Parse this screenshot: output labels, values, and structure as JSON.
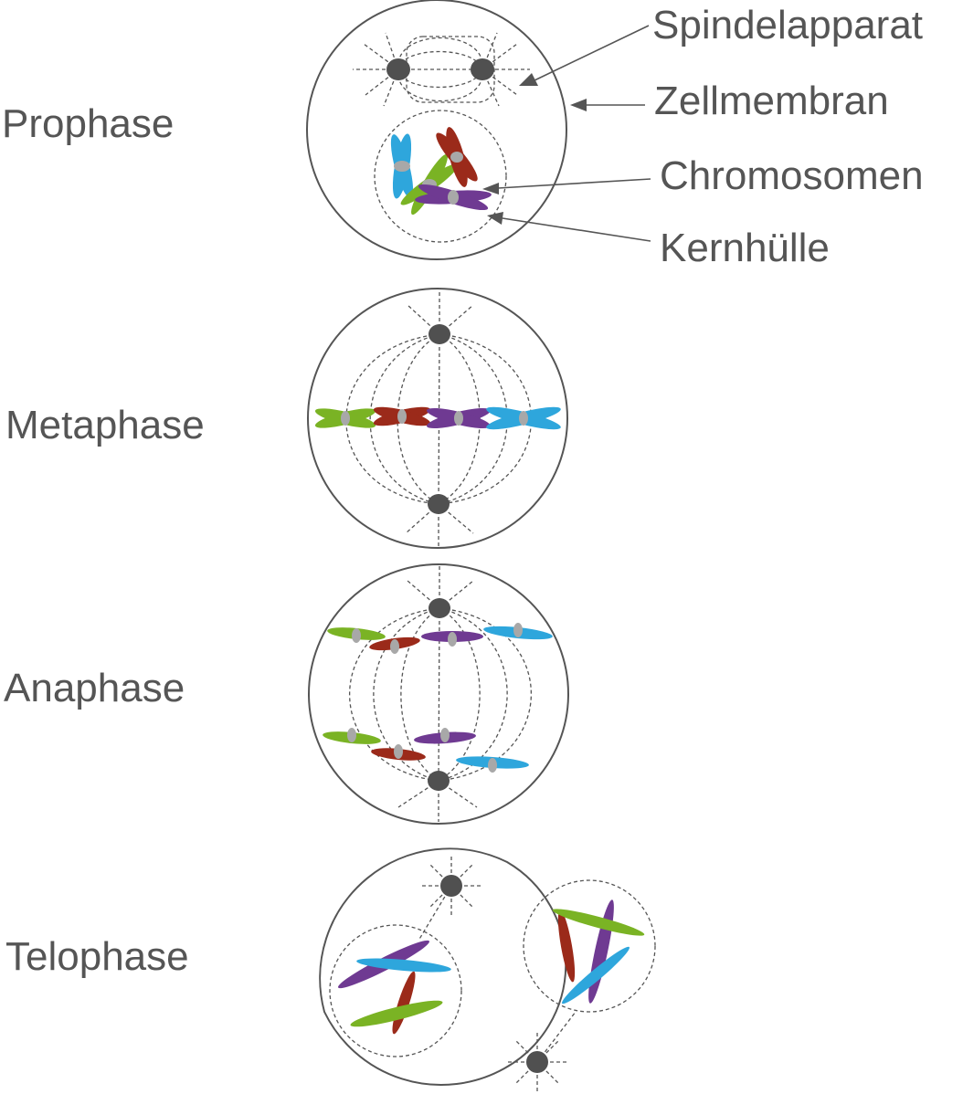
{
  "phases": [
    {
      "id": "prophase",
      "label": "Prophase"
    },
    {
      "id": "metaphase",
      "label": "Metaphase"
    },
    {
      "id": "anaphase",
      "label": "Anaphase"
    },
    {
      "id": "telophase",
      "label": "Telophase"
    }
  ],
  "parts": {
    "spindle": "Spindelapparat",
    "membrane": "Zellmembran",
    "chromosomes": "Chromosomen",
    "envelope": "Kernhülle"
  },
  "colors": {
    "red": "#9b2a1a",
    "green": "#7ab324",
    "purple": "#6f3a92",
    "blue": "#2ea6dc",
    "centrosome": "#505050",
    "centromere": "#a8a8a8",
    "line": "#555555"
  }
}
